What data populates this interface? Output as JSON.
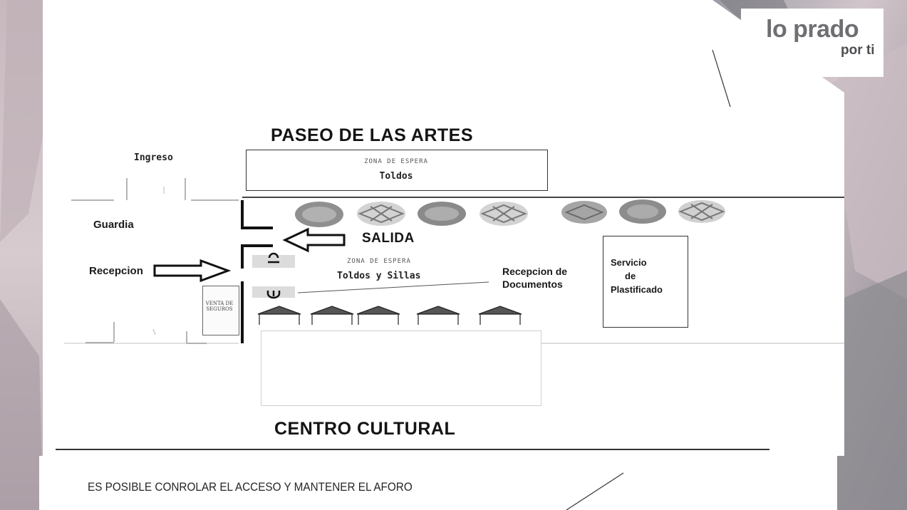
{
  "logo": {
    "main": "lo prado",
    "sub": "por ti"
  },
  "diagram": {
    "title_top": "PASEO DE LAS ARTES",
    "title_bottom": "CENTRO CULTURAL",
    "labels": {
      "ingreso": "Ingreso",
      "guardia": "Guardia",
      "recepcion": "Recepcion",
      "salida": "SALIDA",
      "zona_espera_1": "ZONA DE ESPERA",
      "toldos": "Toldos",
      "zona_espera_2": "ZONA DE ESPERA",
      "toldos_sillas": "Toldos y Sillas",
      "recepcion_documentos": [
        "Recepcion de",
        "Documentos"
      ],
      "servicio_plastificado": [
        "Servicio",
        "de",
        "Plastificado"
      ],
      "venta_seguros": [
        "VENTA DE",
        "SEGUROS"
      ]
    }
  },
  "footer": "ES POSIBLE CONROLAR EL ACCESO Y MANTENER EL AFORO",
  "colors": {
    "page_bg": "#ffffff",
    "side_pattern": "#b9a9b0",
    "tree_dark": "#8a8a8a",
    "tree_light": "#cfcfcf",
    "line": "#2a2a2a",
    "logo_text": "#6f6f73"
  }
}
